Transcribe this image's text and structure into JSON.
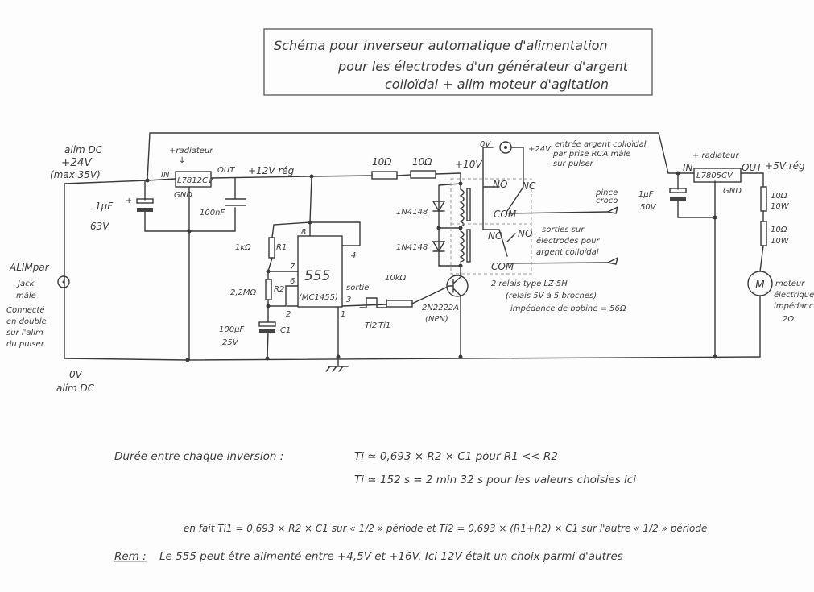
{
  "title": {
    "line1": "Schéma pour inverseur automatique d'alimentation",
    "line2": "pour les électrodes d'un générateur d'argent",
    "line3": "colloïdal + alim moteur d'agitation"
  },
  "left": {
    "supply_l1": "alim DC",
    "supply_l2": "+24V",
    "supply_l3": "(max 35V)",
    "alim_label": "ALIMpar",
    "jack_l1": "Jack",
    "jack_l2": "mâle",
    "jack_l3": "Connecté",
    "jack_l4": "en double",
    "jack_l5": "sur l'alim",
    "jack_l6": "du pulser",
    "ov_l1": "0V",
    "ov_l2": "alim DC",
    "cap1_value": "1µF",
    "cap1_voltage": "63V",
    "radiator1": "+radiateur",
    "reg1_name": "L7812CV",
    "reg1_in": "IN",
    "reg1_out": "OUT",
    "reg1_gnd": "GND",
    "cap2_value": "100nF",
    "v12_label": "+12V rég"
  },
  "timer": {
    "chip_name": "555",
    "chip_ref": "(MC1455)",
    "pin8": "8",
    "pin4": "4",
    "pin7": "7",
    "pin6": "6",
    "pin2": "2",
    "pin3": "3",
    "pin1": "1",
    "r1_value": "1kΩ",
    "r1_name": "R1",
    "r2_value": "2,2MΩ",
    "r2_name": "R2",
    "c1_value": "100µF",
    "c1_voltage": "25V",
    "c1_name": "C1",
    "output_label": "sortie",
    "ti2": "Ti2",
    "ti1": "Ti1",
    "rb_value": "10kΩ"
  },
  "relay": {
    "r_a": "10Ω",
    "r_b": "10Ω",
    "v10_label": "+10V",
    "diode1": "1N4148",
    "diode2": "1N4148",
    "transistor": "2N2222A",
    "transistor_type": "(NPN)",
    "ov_label": "0V",
    "v24_label": "+24V",
    "input_l1": "entrée argent colloïdal",
    "input_l2": "par prise RCA mâle",
    "input_l3": "sur pulser",
    "no1": "NO",
    "nc1": "NC",
    "com1": "COM",
    "nc2": "NC",
    "no2": "NO",
    "com2": "COM",
    "clip_l1": "pince",
    "clip_l2": "croco",
    "out_l1": "sorties sur",
    "out_l2": "électrodes pour",
    "out_l3": "argent colloïdal",
    "relay_l1": "2 relais type LZ-5H",
    "relay_l2": "(relais 5V à 5 broches)",
    "relay_l3": "impédance de bobine = 56Ω"
  },
  "right": {
    "radiator2": "+ radiateur",
    "reg2_name": "L7805CV",
    "reg2_in": "IN",
    "reg2_out": "OUT",
    "reg2_gnd": "GND",
    "v5_label": "+5V rég",
    "cap3_value": "1µF",
    "cap3_voltage": "50V",
    "res1_value": "10Ω",
    "res1_power": "10W",
    "res2_value": "10Ω",
    "res2_power": "10W",
    "motor_symbol": "M",
    "motor_l1": "moteur",
    "motor_l2": "électrique",
    "motor_l3": "impédance",
    "motor_l4": "2Ω"
  },
  "notes": {
    "duration_label": "Durée entre chaque inversion :",
    "formula1": "Ti ≃ 0,693 × R2 × C1   pour   R1 << R2",
    "formula2": "Ti ≃ 152 s = 2 min 32 s  pour les valeurs choisies ici",
    "precise": "en fait  Ti1 = 0,693 × R2 × C1 sur « 1/2 » période et  Ti2 = 0,693 × (R1+R2) × C1 sur l'autre « 1/2 » période",
    "rem_label": "Rem :",
    "rem_text": "Le 555 peut être alimenté entre +4,5V et +16V. Ici 12V était un choix parmi d'autres"
  }
}
